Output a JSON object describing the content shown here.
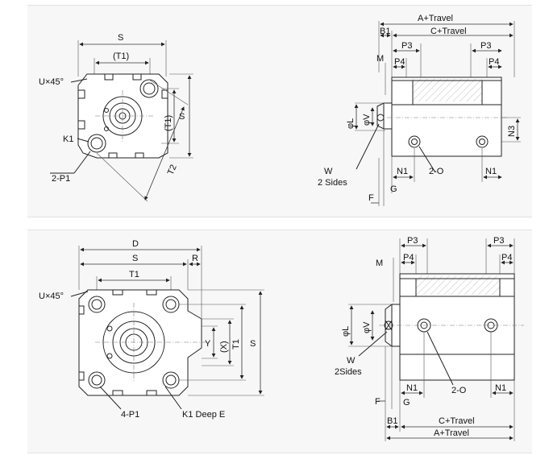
{
  "top": {
    "front": {
      "S": "S",
      "T1": "(T1)",
      "T1v": "(T1)",
      "Sv": "S",
      "U": "U×45°",
      "K1": "K1",
      "P1": "2-P1",
      "T2": "T2"
    },
    "side": {
      "A": "A+Travel",
      "B1": "B1",
      "C": "C+Travel",
      "M": "M",
      "P3a": "P3",
      "P3b": "P3",
      "P4a": "P4",
      "P4b": "P4",
      "phiL": "φL",
      "phiV": "φV",
      "N3": "N3",
      "W": "W",
      "WS": "2 Sides",
      "N1a": "N1",
      "O2": "2-O",
      "N1b": "N1",
      "F": "F",
      "G": "G"
    }
  },
  "bottom": {
    "front": {
      "D": "D",
      "S": "S",
      "R": "R",
      "T1": "T1",
      "U": "U×45°",
      "Y": "Y",
      "X": "(X)",
      "T1v": "T1",
      "Sv": "S",
      "P1": "4-P1",
      "K1": "K1 Deep E"
    },
    "side": {
      "P3a": "P3",
      "P3b": "P3",
      "P4a": "P4",
      "P4b": "P4",
      "M": "M",
      "phiL": "φL",
      "phiV": "φV",
      "W": "W",
      "WS": "2Sides",
      "N1a": "N1",
      "O2": "2-O",
      "N1b": "N1",
      "F": "F",
      "G": "G",
      "B1": "B1",
      "C": "C+Travel",
      "A": "A+Travel"
    }
  }
}
